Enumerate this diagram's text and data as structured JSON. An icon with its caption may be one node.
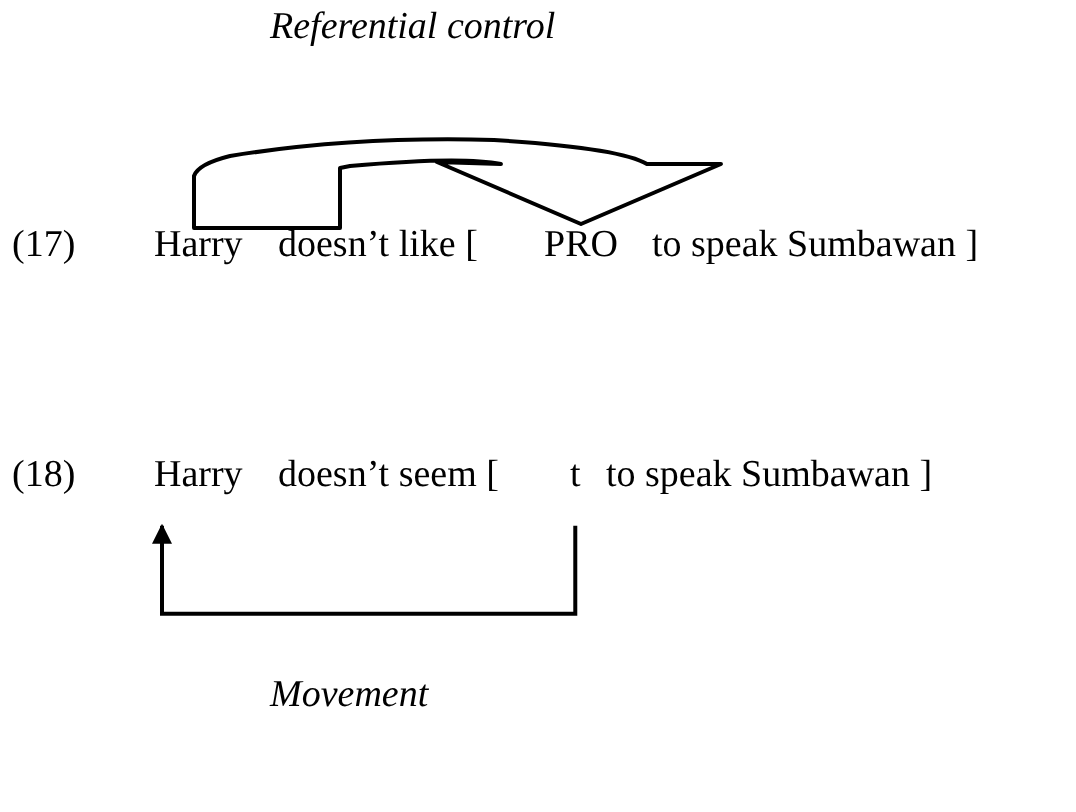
{
  "diagram": {
    "nodes": [
      {
        "text": [
          "Harry"
        ]
      },
      {
        "text": [
          "PRO"
        ]
      },
      {
        "text": [
          "Harry"
        ]
      },
      {
        "text": [
          "t"
        ]
      }
    ],
    "edges": [
      {
        "from": 0,
        "to": 1,
        "arrow": "to",
        "label": "Referential control"
      },
      {
        "from": 3,
        "to": 2,
        "arrow": "to",
        "label": "Movement"
      }
    ],
    "labels": [
      "(17)",
      "doesn’t like [",
      "to speak Sumbawan ]",
      "(18)",
      "doesn’t seem [",
      "to speak Sumbawan ]"
    ]
  }
}
